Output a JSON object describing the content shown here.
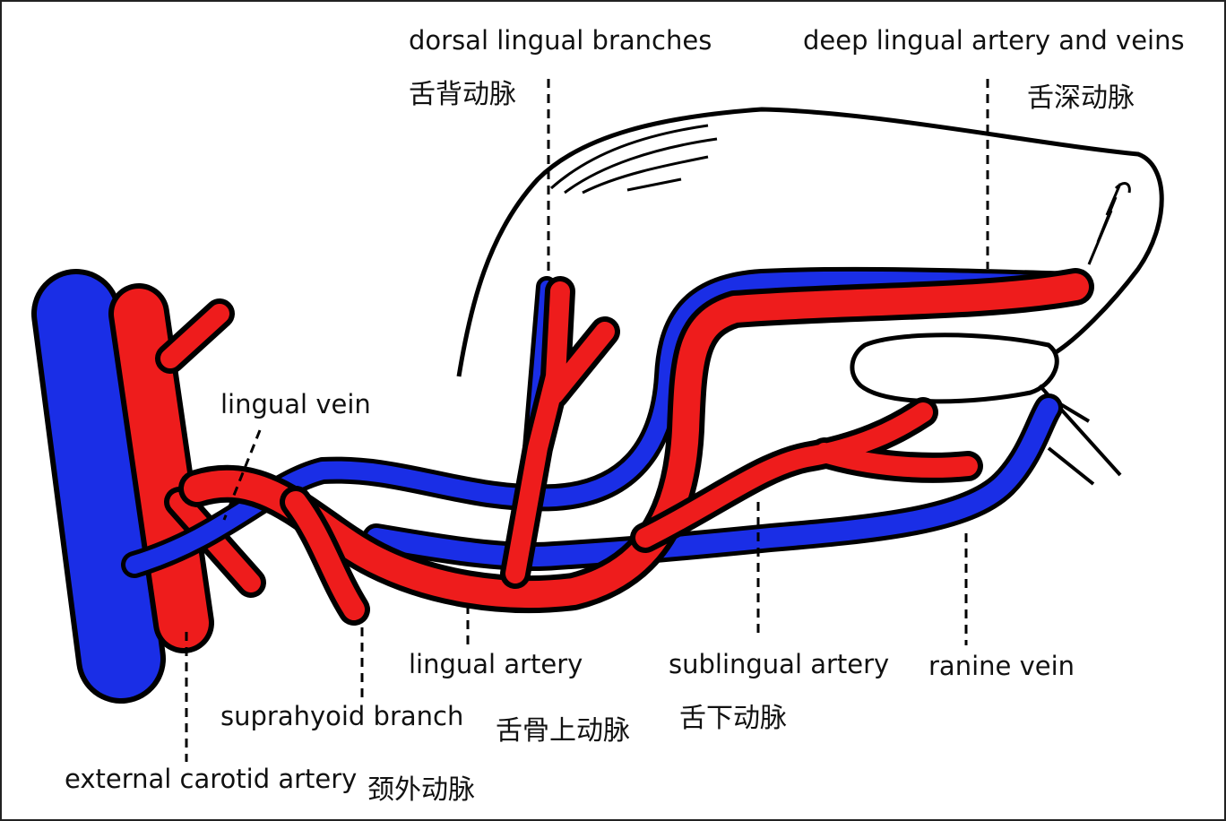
{
  "labels": {
    "dorsal_lingual_branches": {
      "en": "dorsal lingual branches",
      "zh": "舌背动脉"
    },
    "deep_lingual": {
      "en": "deep lingual artery and veins",
      "zh": "舌深动脉"
    },
    "lingual_vein": {
      "en": "lingual vein"
    },
    "lingual_artery": {
      "en": "lingual artery"
    },
    "sublingual_artery": {
      "en": "sublingual artery",
      "zh": "舌下动脉"
    },
    "ranine_vein": {
      "en": "ranine vein"
    },
    "suprahyoid_branch": {
      "en": "suprahyoid branch",
      "zh": "舌骨上动脉"
    },
    "external_carotid": {
      "en": "external carotid artery",
      "zh": "颈外动脉"
    }
  },
  "colors": {
    "artery": "#ee1c1c",
    "vein": "#1a2ee6",
    "outline": "#000000"
  }
}
